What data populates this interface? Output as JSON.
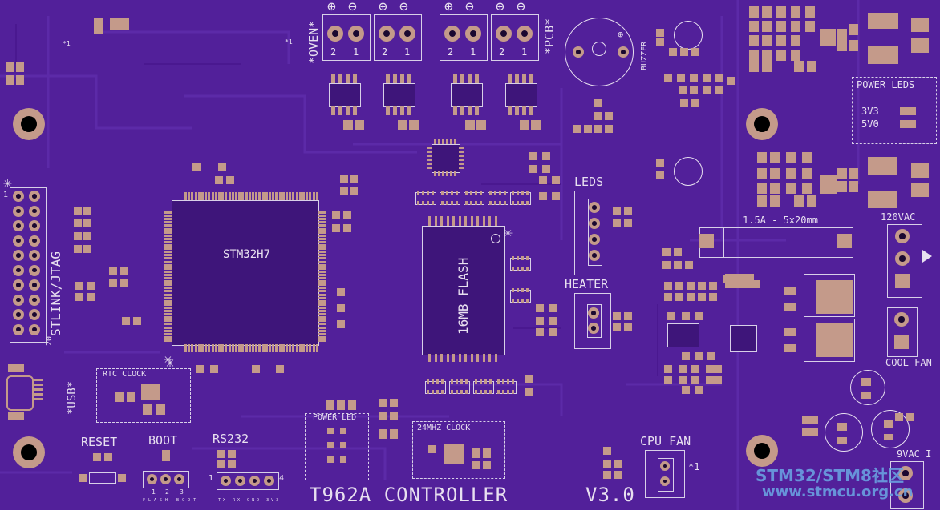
{
  "board": {
    "title": "T962A CONTROLLER",
    "version": "V3.0"
  },
  "labels": {
    "mcu": "STM32H7",
    "flash": "16MB FLASH",
    "stlink": "STLINK/JTAG",
    "usb": "*USB*",
    "rtc_clock": "RTC CLOCK",
    "reset": "RESET",
    "boot": "BOOT",
    "rs232": "RS232",
    "power_led": "POWER LED",
    "clock_24mhz": "24MHZ CLOCK",
    "cpu_fan": "CPU FAN",
    "leds": "LEDS",
    "heater": "HEATER",
    "buzzer": "BUZZER",
    "oven": "*OVEN*",
    "pcb": "*PCB*",
    "power_leds": "POWER LEDS",
    "led_3v3": "3V3",
    "led_5v0": "5V0",
    "fuse": "1.5A - 5x20mm",
    "ac_120": "120VAC",
    "cool_fan": "COOL FAN",
    "ac_9": "9VAC I",
    "pin_1": "1",
    "pin_20": "20",
    "pin_2": "2",
    "pin_3": "3",
    "pin_4": "4",
    "boot_pins": "FLASH BOOT",
    "rs232_pins": "TX RX GND 3V3",
    "x1_a": "*1",
    "x1_b": "*1",
    "x1_c": "*1",
    "watermark_1": "STM32/STM8社区",
    "watermark_2": "www.stmcu.org.cn"
  },
  "colors": {
    "board": "#52209a",
    "silkscreen": "#e8e0f0",
    "copper": "#c49a8a",
    "hole": "#000000"
  }
}
